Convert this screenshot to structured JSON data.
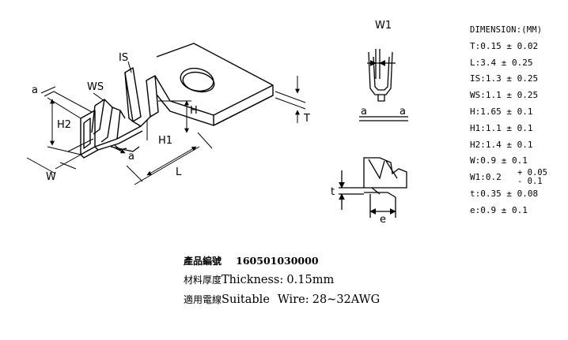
{
  "drawing": {
    "labels": {
      "is": "IS",
      "ws": "WS",
      "a_left": "a",
      "a_bottom": "a",
      "h": "H",
      "h1": "H1",
      "h2": "H2",
      "w": "W",
      "l": "L",
      "t_upper": "T",
      "w1": "W1",
      "a_section_left": "a",
      "a_section_right": "a",
      "t_lower": "t",
      "e": "e"
    }
  },
  "dimensions": {
    "title": "DIMENSION:(MM)",
    "rows": [
      "T:0.15 ± 0.02",
      "L:3.4 ± 0.25",
      "IS:1.3 ± 0.25",
      "WS:1.1 ± 0.25",
      "H:1.65 ± 0.1",
      "H1:1.1 ± 0.1",
      "H2:1.4 ± 0.1",
      "W:0.9 ± 0.1"
    ],
    "w1": {
      "label": "W1:0.2",
      "plus": "+ 0.05",
      "minus": "- 0.1"
    },
    "rows_after": [
      "t:0.35 ± 0.08",
      "e:0.9 ± 0.1"
    ]
  },
  "info": {
    "part_label": "產品編號",
    "part_number": "160501030000",
    "thickness_cn": "材料厚度",
    "thickness_en": "Thickness:",
    "thickness_value": "0.15mm",
    "wire_cn": "適用電線",
    "wire_en": "Suitable",
    "wire_label": "Wire:",
    "wire_value": "28~32AWG"
  }
}
